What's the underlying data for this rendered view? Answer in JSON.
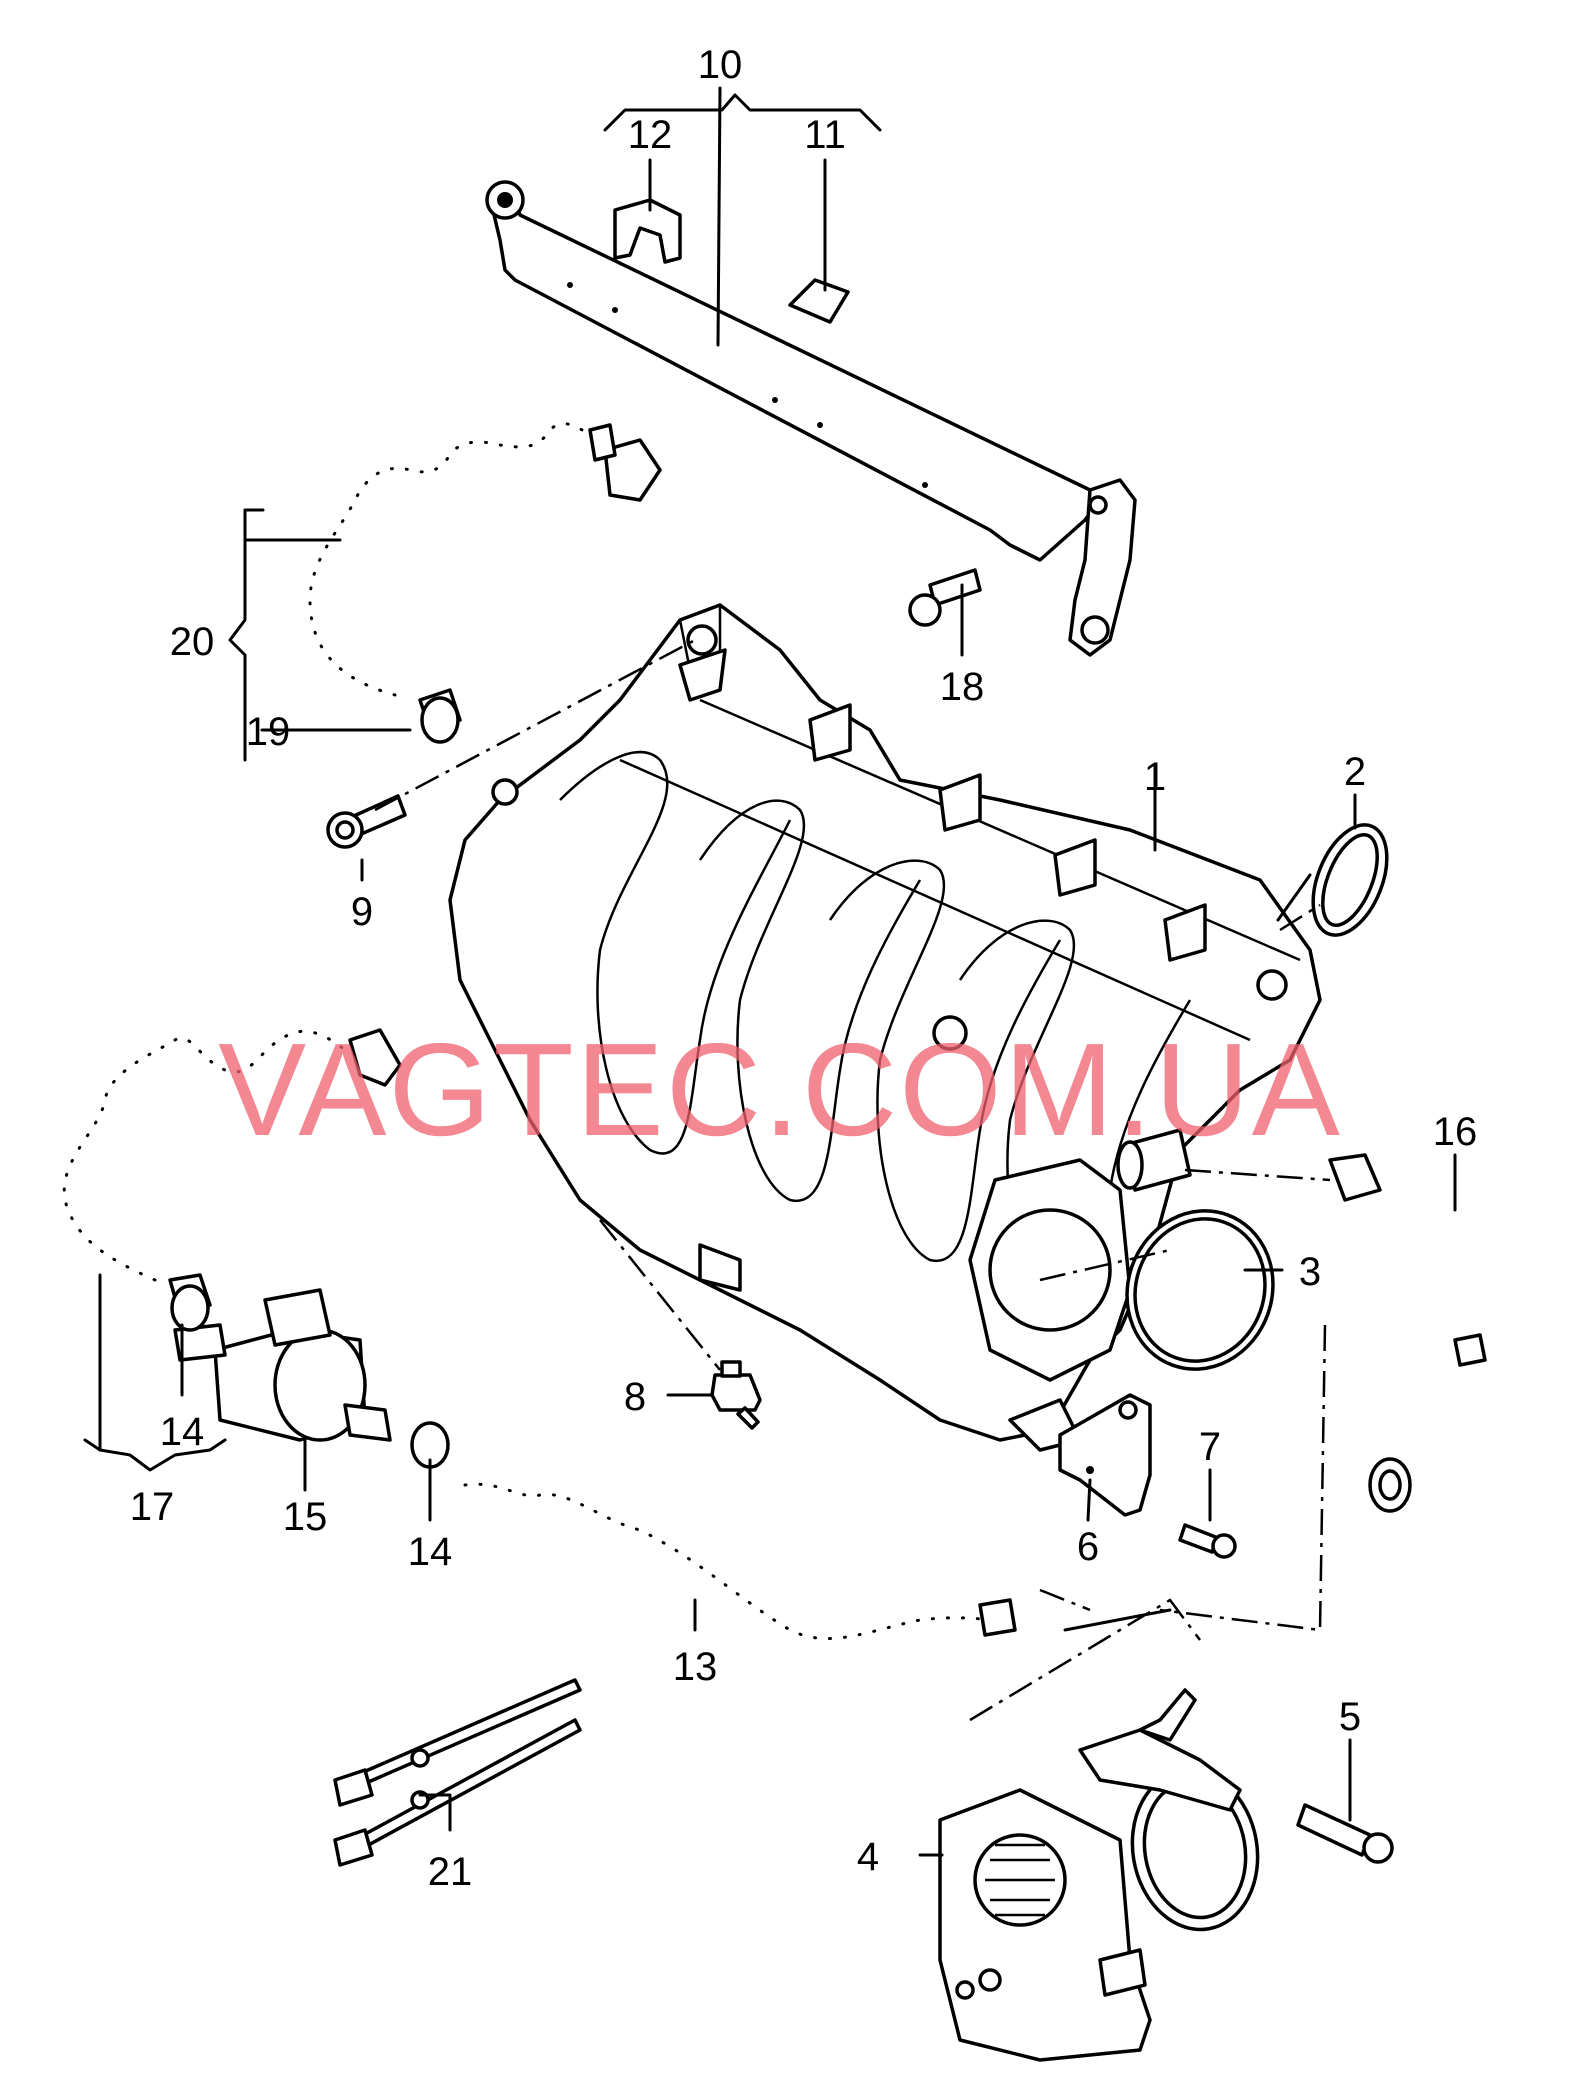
{
  "watermark": "VAGTEC.COM.UA",
  "callouts": {
    "n1": "1",
    "n2": "2",
    "n3": "3",
    "n4": "4",
    "n5": "5",
    "n6": "6",
    "n7": "7",
    "n8": "8",
    "n9": "9",
    "n10": "10",
    "n11": "11",
    "n12": "12",
    "n13": "13",
    "n14a": "14",
    "n14b": "14",
    "n15": "15",
    "n16": "16",
    "n17": "17",
    "n18": "18",
    "n19": "19",
    "n20": "20",
    "n21": "21"
  }
}
